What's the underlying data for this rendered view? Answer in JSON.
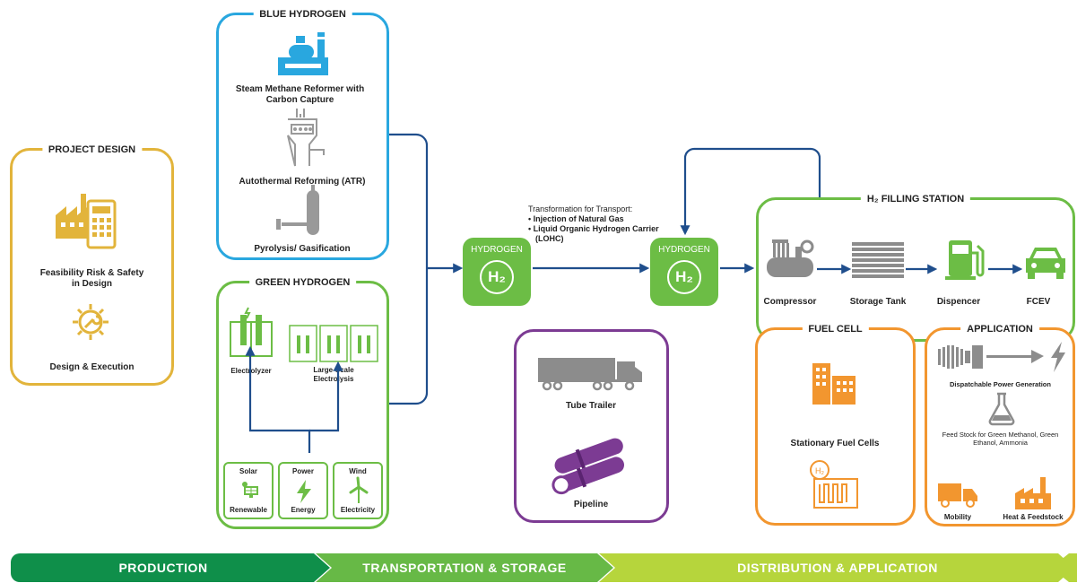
{
  "project_design": {
    "title": "PROJECT DESIGN",
    "feasibility": "Feasibility Risk & Safety in Design",
    "design_execution": "Design & Execution"
  },
  "blue_hydrogen": {
    "title": "BLUE HYDROGEN",
    "smr": "Steam Methane Reformer with Carbon Capture",
    "atr": "Autothermal Reforming (ATR)",
    "pyrolysis": "Pyrolysis/ Gasification"
  },
  "green_hydrogen": {
    "title": "GREEN HYDROGEN",
    "electrolyzer": "Electrolyzer",
    "large_scale": "Large-Scale Electrolysis",
    "sources": [
      {
        "top": "Solar",
        "bottom": "Renewable"
      },
      {
        "top": "Power",
        "bottom": "Energy"
      },
      {
        "top": "Wind",
        "bottom": "Electricity"
      }
    ]
  },
  "hydrogen_node": {
    "label": "HYDROGEN",
    "symbol": "H₂"
  },
  "transformation": {
    "heading": "Transformation for Transport:",
    "items": [
      "Injection of Natural Gas",
      "Liquid Organic Hydrogen Carrier (LOHC)"
    ]
  },
  "transport": {
    "tube_trailer": "Tube Trailer",
    "pipeline": "Pipeline"
  },
  "filling_station": {
    "title": "H₂ FILLING STATION",
    "steps": [
      "Compressor",
      "Storage Tank",
      "Dispencer",
      "FCEV"
    ]
  },
  "fuel_cell": {
    "title": "FUEL CELL",
    "stationary": "Stationary Fuel Cells"
  },
  "application": {
    "title": "APPLICATION",
    "power": "Dispatchable Power Generation",
    "feedstock": "Feed Stock for Green Methanol, Green Ethanol, Ammonia",
    "mobility": "Mobility",
    "heat": "Heat & Feedstock"
  },
  "phases": [
    "PRODUCTION",
    "TRANSPORTATION & STORAGE",
    "DISTRIBUTION & APPLICATION"
  ],
  "colors": {
    "gold": "#e2b43b",
    "blue": "#29a7df",
    "green": "#6cbd45",
    "purple": "#7c3b93",
    "orange": "#f2962f",
    "navy": "#1f4e8c",
    "gray": "#8c8c8c",
    "phase_dark": "#0f8f4a",
    "phase_mid": "#67b946",
    "phase_light": "#b6d53c"
  }
}
